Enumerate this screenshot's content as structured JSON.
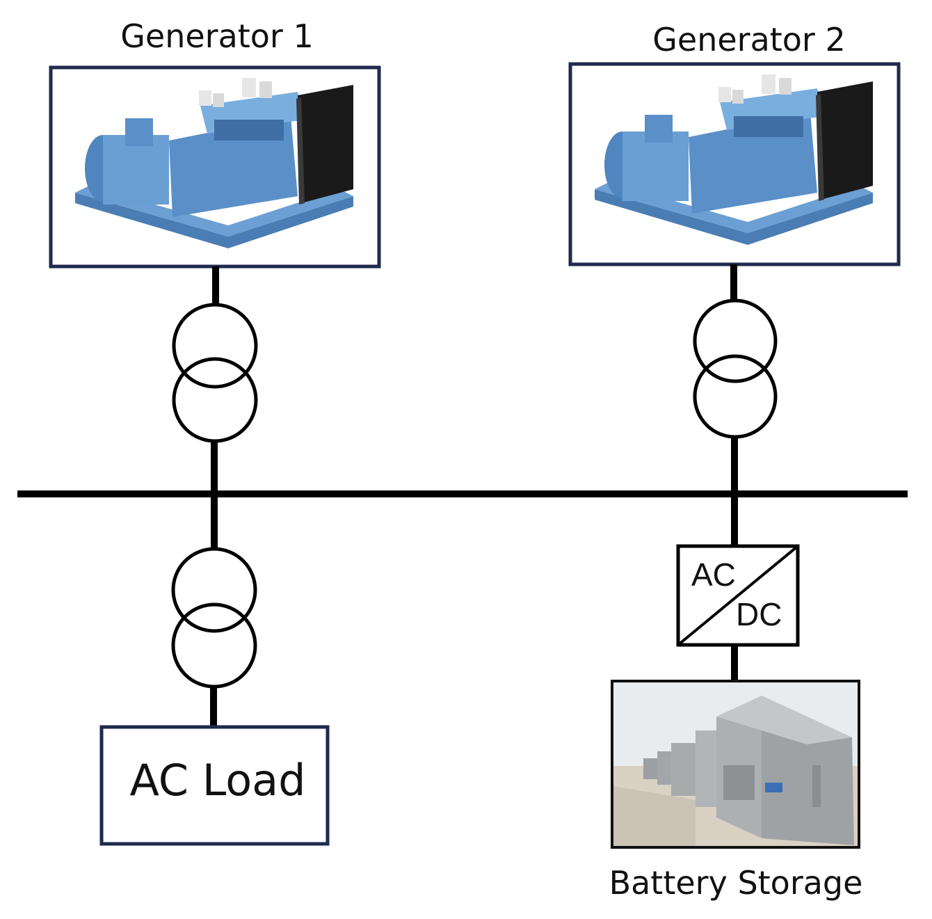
{
  "generators": [
    {
      "label": "Generator 1"
    },
    {
      "label": "Generator 2"
    }
  ],
  "load": {
    "label": "AC Load"
  },
  "converter": {
    "ac_label": "AC",
    "dc_label": "DC"
  },
  "battery": {
    "label": "Battery Storage"
  },
  "colors": {
    "box_border": "#1f2a4d",
    "line": "#000000",
    "generator_body": "#5b8fc7",
    "radiator": "#1a1a1a",
    "battery_cabinet": "#a8abac"
  }
}
